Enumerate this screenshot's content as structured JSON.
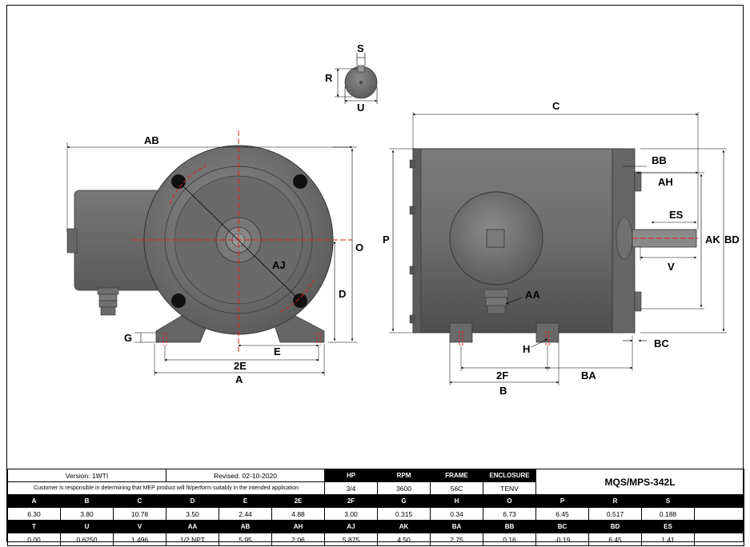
{
  "drawing": {
    "labels": {
      "S": "S",
      "R": "R",
      "U": "U",
      "C": "C",
      "AB": "AB",
      "AJ": "AJ",
      "O": "O",
      "D": "D",
      "G": "G",
      "E": "E",
      "E2": "2E",
      "A": "A",
      "P": "P",
      "BB": "BB",
      "AH": "AH",
      "ES": "ES",
      "AK": "AK",
      "BD": "BD",
      "V": "V",
      "AA": "AA",
      "H": "H",
      "BC": "BC",
      "F2": "2F",
      "BA": "BA",
      "B": "B"
    }
  },
  "title_block": {
    "version": "Version: 1WTI",
    "revised": "Revised: 02-10-2020",
    "disclaimer": "Customer is responsible in determining that MEP product will fit/perform suitably in the intended application",
    "model": "MQS/MPS-342L",
    "rating_headers": [
      "HP",
      "RPM",
      "FRAME",
      "ENCLOSURE"
    ],
    "rating_values": [
      "3/4",
      "3600",
      "56C",
      "TENV"
    ]
  },
  "dimensions": {
    "row1_headers": [
      "A",
      "B",
      "C",
      "D",
      "E",
      "2E",
      "2F",
      "G",
      "H",
      "O",
      "P",
      "R",
      "S",
      ""
    ],
    "row1_values": [
      "6.30",
      "3.80",
      "10.78",
      "3.50",
      "2.44",
      "4.88",
      "3.00",
      "0.315",
      "0.34",
      "6.73",
      "6.45",
      "0.517",
      "0.188",
      ""
    ],
    "row2_headers": [
      "T",
      "U",
      "V",
      "AA",
      "AB",
      "AH",
      "AJ",
      "AK",
      "BA",
      "BB",
      "BC",
      "BD",
      "ES",
      ""
    ],
    "row2_values": [
      "0.00",
      "0.6250",
      "1.496",
      "1/2 NPT",
      "5.95",
      "2.06",
      "5.875",
      "4.50",
      "2.75",
      "0.16",
      "-0.19",
      "6.45",
      "1.41",
      ""
    ]
  },
  "colors": {
    "motor_body": "#6f6f6f",
    "centerline": "#e0201a",
    "dimension_line": "#000000"
  }
}
